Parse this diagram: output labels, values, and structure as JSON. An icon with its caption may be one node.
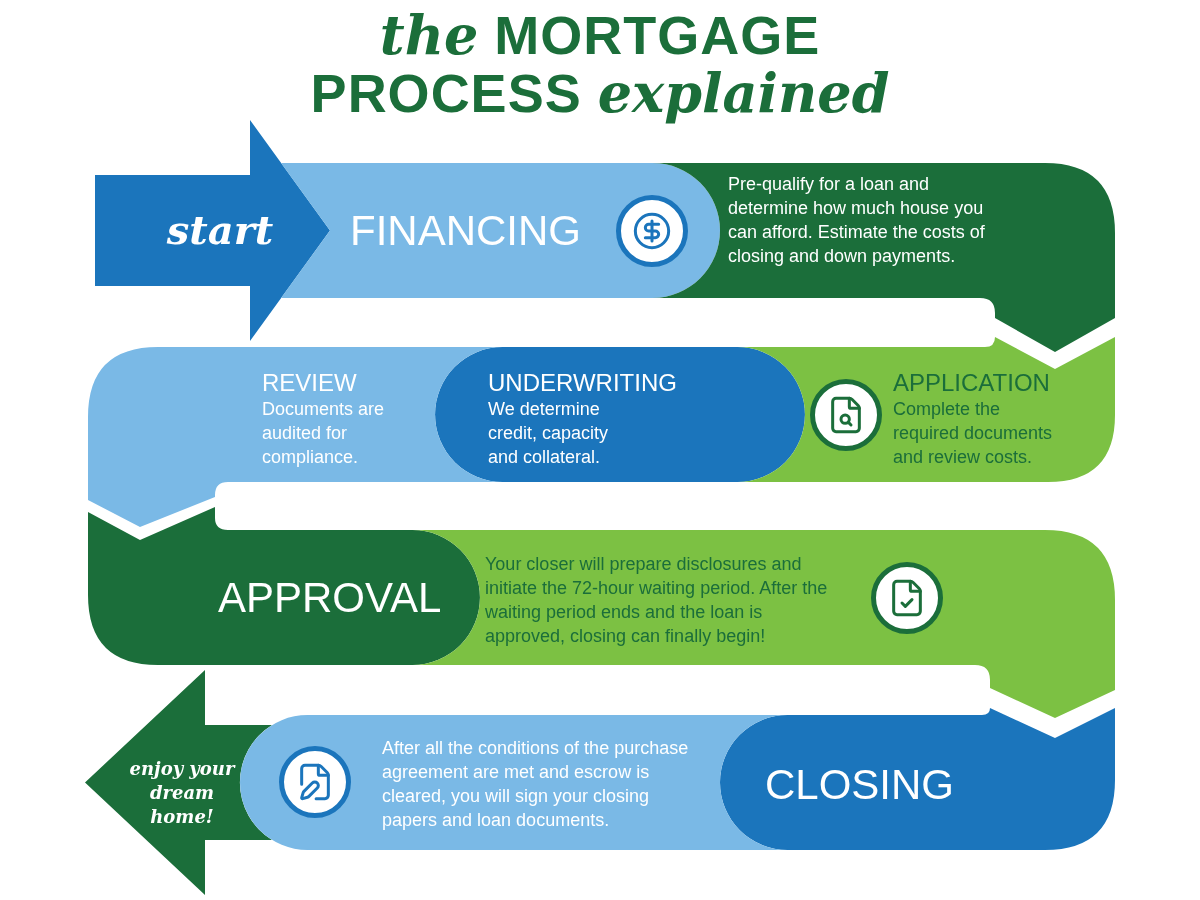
{
  "diagram": {
    "title": "*the* MORTGAGE PROCESS *explained*",
    "nodes": [
      {
        "text": [
          "FINANCING"
        ]
      },
      {
        "text": [
          "Pre-qualify for a loan and determine how much house you can afford. Estimate the costs of closing and down payments."
        ]
      },
      {
        "text": [
          "APPLICATION",
          "Complete the required documents and review costs."
        ]
      },
      {
        "text": [
          "UNDERWRITING",
          "We determine credit, capacity and collateral."
        ]
      },
      {
        "text": [
          "REVIEW",
          "Documents are audited for compliance."
        ]
      },
      {
        "text": [
          "APPROVAL"
        ]
      },
      {
        "text": [
          "Your closer will prepare disclosures and initiate the 72-hour waiting period. After the waiting period ends and the loan is approved, closing can finally begin!"
        ]
      },
      {
        "text": [
          "CLOSING"
        ]
      },
      {
        "text": [
          "After all the conditions of the purchase agreement are met and escrow is cleared, you will sign your closing papers and loan documents."
        ]
      }
    ],
    "edges": [
      {
        "from": null,
        "to": 0,
        "arrow": "to",
        "label": "start",
        "color": "#1b75bc"
      },
      {
        "from": 8,
        "to": null,
        "arrow": "to",
        "label": "enjoy your dream home!",
        "color": "#1b6e3a"
      }
    ]
  }
}
